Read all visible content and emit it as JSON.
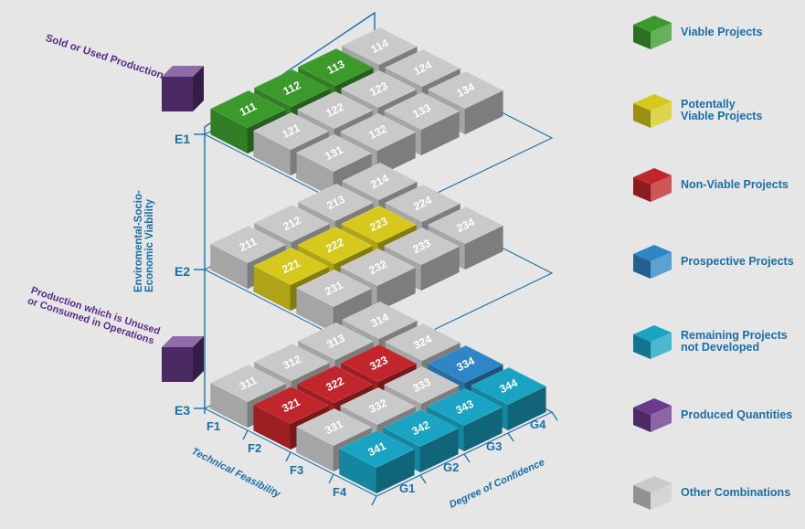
{
  "annotations": {
    "sold_or_used": "Sold or Used Production",
    "unused_or_consumed": "Production which is Unused\nor Consumed in Operations",
    "e_axis_title": "Enviromental-Socio-\nEconomic Viability",
    "f_axis_title": "Technical Feasibility",
    "g_axis_title": "Degree of Confidence"
  },
  "levels": {
    "e": [
      "E1",
      "E2",
      "E3"
    ],
    "f": [
      "F1",
      "F2",
      "F3",
      "F4"
    ],
    "g": [
      "G1",
      "G2",
      "G3",
      "G4"
    ]
  },
  "colors": {
    "viable": "#3c9a2c",
    "potential": "#d6c81c",
    "nonviable": "#c0262c",
    "prospective": "#2f86c6",
    "remaining": "#1aa3c2",
    "produced": "#6b3a8c",
    "other": "#c9c9c9",
    "axis": "#1a6fa8"
  },
  "legend": [
    {
      "key": "viable",
      "label": "Viable Projects"
    },
    {
      "key": "potential",
      "label": "Potentally\nViable Projects"
    },
    {
      "key": "nonviable",
      "label": "Non-Viable Projects"
    },
    {
      "key": "prospective",
      "label": "Prospective  Projects"
    },
    {
      "key": "remaining",
      "label": "Remaining Projects\nnot Developed"
    },
    {
      "key": "produced",
      "label": "Produced Quantities"
    },
    {
      "key": "other",
      "label": "Other Combinations"
    }
  ],
  "cubes": [
    {
      "id": "111",
      "cat": "viable"
    },
    {
      "id": "112",
      "cat": "viable"
    },
    {
      "id": "113",
      "cat": "viable"
    },
    {
      "id": "114",
      "cat": "other"
    },
    {
      "id": "121",
      "cat": "other"
    },
    {
      "id": "122",
      "cat": "other"
    },
    {
      "id": "123",
      "cat": "other"
    },
    {
      "id": "124",
      "cat": "other"
    },
    {
      "id": "131",
      "cat": "other"
    },
    {
      "id": "132",
      "cat": "other"
    },
    {
      "id": "133",
      "cat": "other"
    },
    {
      "id": "134",
      "cat": "other"
    },
    {
      "id": "211",
      "cat": "other"
    },
    {
      "id": "212",
      "cat": "other"
    },
    {
      "id": "213",
      "cat": "other"
    },
    {
      "id": "214",
      "cat": "other"
    },
    {
      "id": "221",
      "cat": "potential"
    },
    {
      "id": "222",
      "cat": "potential"
    },
    {
      "id": "223",
      "cat": "potential"
    },
    {
      "id": "224",
      "cat": "other"
    },
    {
      "id": "231",
      "cat": "other"
    },
    {
      "id": "232",
      "cat": "other"
    },
    {
      "id": "233",
      "cat": "other"
    },
    {
      "id": "234",
      "cat": "other"
    },
    {
      "id": "311",
      "cat": "other"
    },
    {
      "id": "312",
      "cat": "other"
    },
    {
      "id": "313",
      "cat": "other"
    },
    {
      "id": "314",
      "cat": "other"
    },
    {
      "id": "321",
      "cat": "nonviable"
    },
    {
      "id": "322",
      "cat": "nonviable"
    },
    {
      "id": "323",
      "cat": "nonviable"
    },
    {
      "id": "324",
      "cat": "other"
    },
    {
      "id": "331",
      "cat": "other"
    },
    {
      "id": "332",
      "cat": "other"
    },
    {
      "id": "333",
      "cat": "other"
    },
    {
      "id": "334",
      "cat": "prospective"
    },
    {
      "id": "341",
      "cat": "remaining"
    },
    {
      "id": "342",
      "cat": "remaining"
    },
    {
      "id": "343",
      "cat": "remaining"
    },
    {
      "id": "344",
      "cat": "remaining"
    }
  ]
}
